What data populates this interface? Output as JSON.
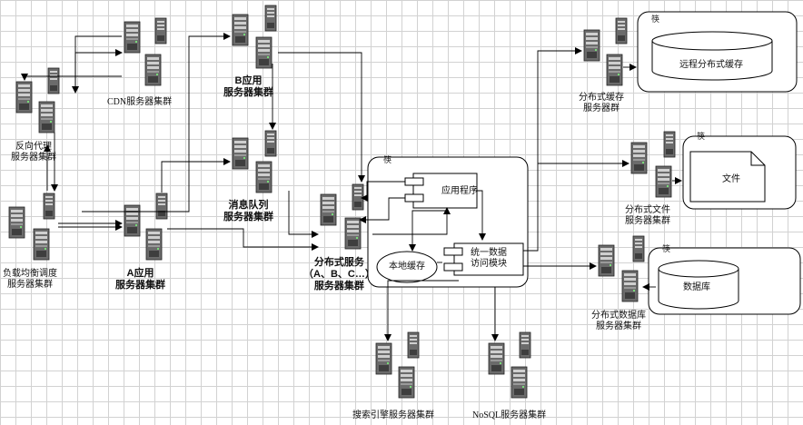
{
  "labels": {
    "cdn": "CDN服务器集群",
    "reverse_proxy": [
      "反向代理",
      "服务器集群"
    ],
    "load_balancer": [
      "负载均衡调度",
      "服务器集群"
    ],
    "app_a": [
      "A应用",
      "服务器集群"
    ],
    "app_b": [
      "B应用",
      "服务器集群"
    ],
    "mq": [
      "消息队列",
      "服务器集群"
    ],
    "dist_service": [
      "分布式服务",
      "（A、B、C…）",
      "服务器集群"
    ],
    "search": "搜索引擎服务器集群",
    "nosql": "NoSQL服务器集群",
    "dist_cache": [
      "分布式缓存",
      "服务器群"
    ],
    "dist_file": [
      "分布式文件",
      "服务器集群"
    ],
    "dist_db": [
      "分布式数据库",
      "服务器集群"
    ]
  },
  "frames": {
    "node_tag": "筷",
    "cache_frame_tag": "筷",
    "file_frame_tag": "筷",
    "db_frame_tag": "筷"
  },
  "components": {
    "app_program": "应用程序",
    "local_cache": "本地缓存",
    "data_access": [
      "统一数据",
      "访问模块"
    ],
    "remote_cache": "远程分布式缓存",
    "file": "文件",
    "database": "数据库"
  }
}
